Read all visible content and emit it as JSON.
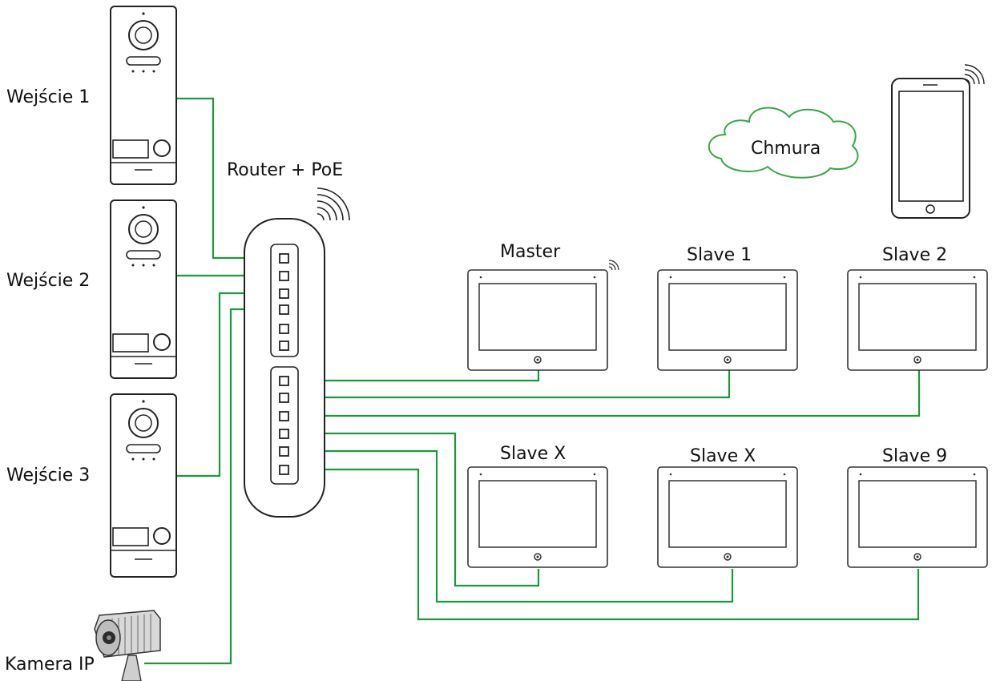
{
  "labels": {
    "entrance_1": "Wejście 1",
    "entrance_2": "Wejście 2",
    "entrance_3": "Wejście 3",
    "router": "Router + PoE",
    "cloud": "Chmura",
    "camera": "Kamera IP",
    "monitors": [
      "Master",
      "Slave 1",
      "Slave 2",
      "Slave X",
      "Slave X",
      "Slave 9"
    ]
  },
  "colors": {
    "wire": "#1a9a3c",
    "cloud_outline": "#35a845",
    "outline": "#222222"
  },
  "icons": [
    "door-station-icon",
    "router-icon",
    "wifi-icon",
    "cloud-icon",
    "smartphone-icon",
    "monitor-icon",
    "ip-camera-icon"
  ]
}
